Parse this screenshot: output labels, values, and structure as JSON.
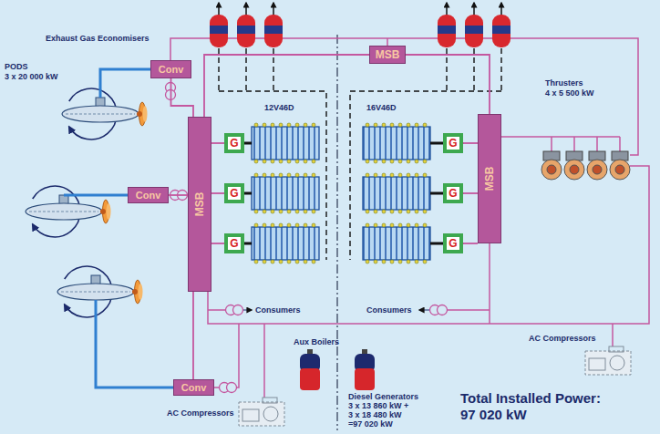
{
  "diagram": {
    "nodes": [
      {
        "text": [
          "Conv"
        ]
      },
      {
        "text": [
          "MSB"
        ]
      },
      {
        "text": [
          "Conv"
        ]
      },
      {
        "text": [
          "MSB"
        ]
      },
      {
        "text": [
          "G"
        ]
      },
      {
        "text": [
          "G"
        ]
      },
      {
        "text": [
          "G"
        ]
      },
      {
        "text": [
          "G"
        ]
      },
      {
        "text": [
          "G"
        ]
      },
      {
        "text": [
          "G"
        ]
      },
      {
        "text": [
          "MSB"
        ]
      },
      {
        "text": [
          "Conv"
        ]
      }
    ],
    "edges": [
      {
        "from": 0,
        "to": 3,
        "arrow": "none"
      },
      {
        "from": 2,
        "to": 3,
        "arrow": "none"
      },
      {
        "from": 11,
        "to": 3,
        "arrow": "none"
      },
      {
        "from": 1,
        "to": 3,
        "arrow": "none"
      },
      {
        "from": 1,
        "to": 10,
        "arrow": "none"
      },
      {
        "from": 4,
        "to": 3,
        "arrow": "none"
      },
      {
        "from": 5,
        "to": 3,
        "arrow": "none"
      },
      {
        "from": 6,
        "to": 3,
        "arrow": "none"
      },
      {
        "from": 7,
        "to": 10,
        "arrow": "none"
      },
      {
        "from": 8,
        "to": 10,
        "arrow": "none"
      },
      {
        "from": 9,
        "to": 10,
        "arrow": "none"
      }
    ],
    "labels": [
      "Exhaust Gas Economisers",
      "PODS",
      "3 x 20 000 kW",
      "12V46D",
      "16V46D",
      "Thrusters",
      "4 x 5 500 kW",
      "Consumers",
      "Consumers",
      "AC Compressors",
      "Aux Boilers",
      "AC Compressors",
      "Diesel Generators",
      "3 x 13 860 kW +",
      "3 x 18 480 kW",
      "=97 020 kW",
      "Total Installed Power:",
      "97 020 kW"
    ]
  }
}
